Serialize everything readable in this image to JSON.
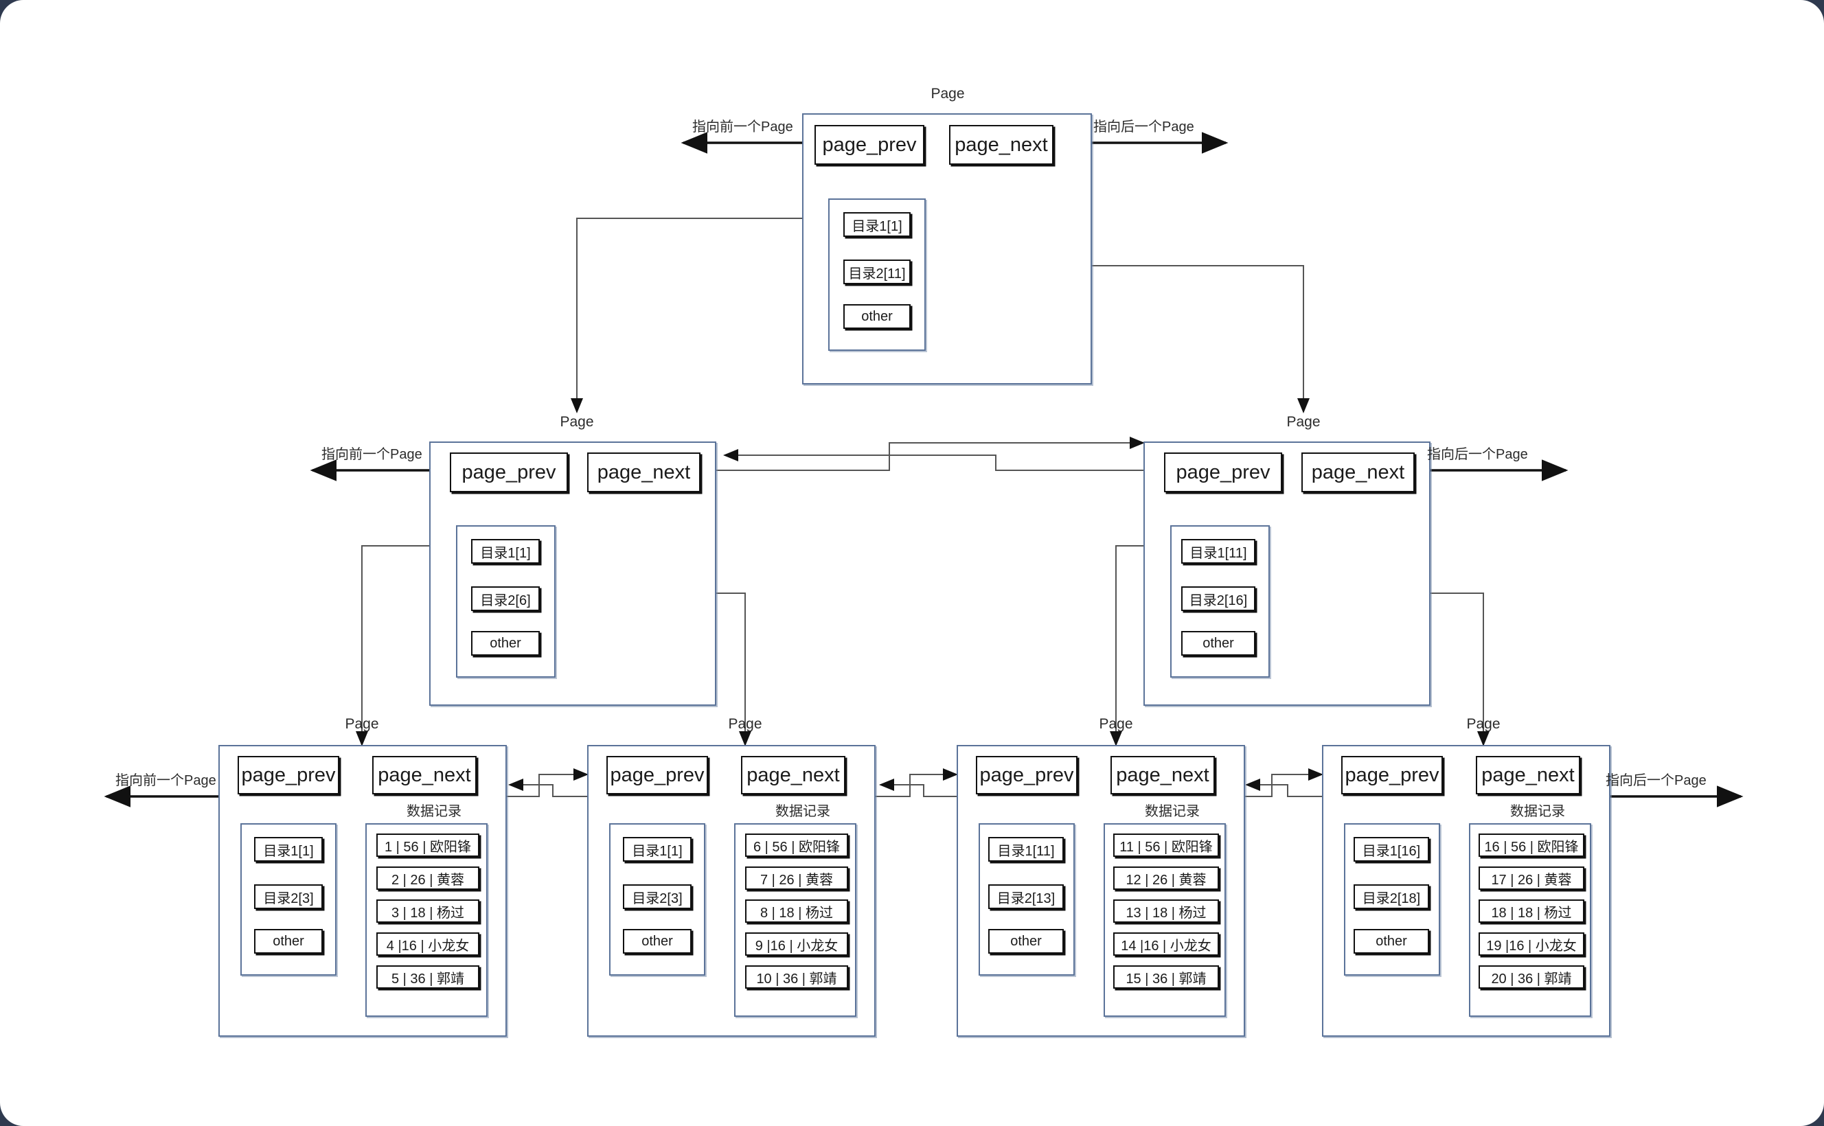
{
  "diagram": {
    "title": "B+Tree Page linked structure",
    "page_caption": "Page",
    "records_caption": "数据记录",
    "pointer_prev_label": "page_prev",
    "pointer_next_label": "page_next",
    "other_label": "other",
    "edge_label_prev": "指向前一个Page",
    "edge_label_next": "指向后一个Page",
    "colors": {
      "canvas": "#ffffff",
      "backdrop": "#2f3a4f",
      "page_border": "#5b7399",
      "box_border": "#111111",
      "connector": "#555555",
      "arrow": "#111111",
      "text": "#1b1b1b"
    }
  },
  "levels": [
    {
      "name": "root",
      "nodes": [
        {
          "id": "root",
          "caption": "Page",
          "prev": "page_prev",
          "next": "page_next",
          "has_prev_edge_label": true,
          "has_next_edge_label": true,
          "directory": [
            "目录1[1]",
            "目录2[11]",
            "other"
          ],
          "records": []
        }
      ]
    },
    {
      "name": "internal",
      "nodes": [
        {
          "id": "mid-left",
          "caption": "Page",
          "prev": "page_prev",
          "next": "page_next",
          "has_prev_edge_label": true,
          "has_next_edge_label": false,
          "directory": [
            "目录1[1]",
            "目录2[6]",
            "other"
          ],
          "records": []
        },
        {
          "id": "mid-right",
          "caption": "Page",
          "prev": "page_prev",
          "next": "page_next",
          "has_prev_edge_label": false,
          "has_next_edge_label": true,
          "directory": [
            "目录1[11]",
            "目录2[16]",
            "other"
          ],
          "records": []
        }
      ]
    },
    {
      "name": "leaf",
      "nodes": [
        {
          "id": "leaf-1",
          "caption": "Page",
          "prev": "page_prev",
          "next": "page_next",
          "has_prev_edge_label": true,
          "has_next_edge_label": false,
          "records_caption": "数据记录",
          "directory": [
            "目录1[1]",
            "目录2[3]",
            "other"
          ],
          "records": [
            "1 | 56 | 欧阳锋",
            "2 | 26 | 黄蓉",
            "3 | 18 | 杨过",
            "4 |16 | 小龙女",
            "5 | 36 | 郭靖"
          ]
        },
        {
          "id": "leaf-2",
          "caption": "Page",
          "prev": "page_prev",
          "next": "page_next",
          "has_prev_edge_label": false,
          "has_next_edge_label": false,
          "records_caption": "数据记录",
          "directory": [
            "目录1[1]",
            "目录2[3]",
            "other"
          ],
          "records": [
            "6 | 56 | 欧阳锋",
            "7 | 26 | 黄蓉",
            "8 | 18 | 杨过",
            "9 |16 | 小龙女",
            "10 | 36 | 郭靖"
          ]
        },
        {
          "id": "leaf-3",
          "caption": "Page",
          "prev": "page_prev",
          "next": "page_next",
          "has_prev_edge_label": false,
          "has_next_edge_label": false,
          "records_caption": "数据记录",
          "directory": [
            "目录1[11]",
            "目录2[13]",
            "other"
          ],
          "records": [
            "11 | 56 | 欧阳锋",
            "12 | 26 | 黄蓉",
            "13 | 18 | 杨过",
            "14 |16 | 小龙女",
            "15 | 36 | 郭靖"
          ]
        },
        {
          "id": "leaf-4",
          "caption": "Page",
          "prev": "page_prev",
          "next": "page_next",
          "has_prev_edge_label": false,
          "has_next_edge_label": true,
          "records_caption": "数据记录",
          "directory": [
            "目录1[16]",
            "目录2[18]",
            "other"
          ],
          "records": [
            "16 | 56 | 欧阳锋",
            "17 | 26 | 黄蓉",
            "18 | 18 | 杨过",
            "19 |16 | 小龙女",
            "20 | 36 | 郭靖"
          ]
        }
      ]
    }
  ]
}
